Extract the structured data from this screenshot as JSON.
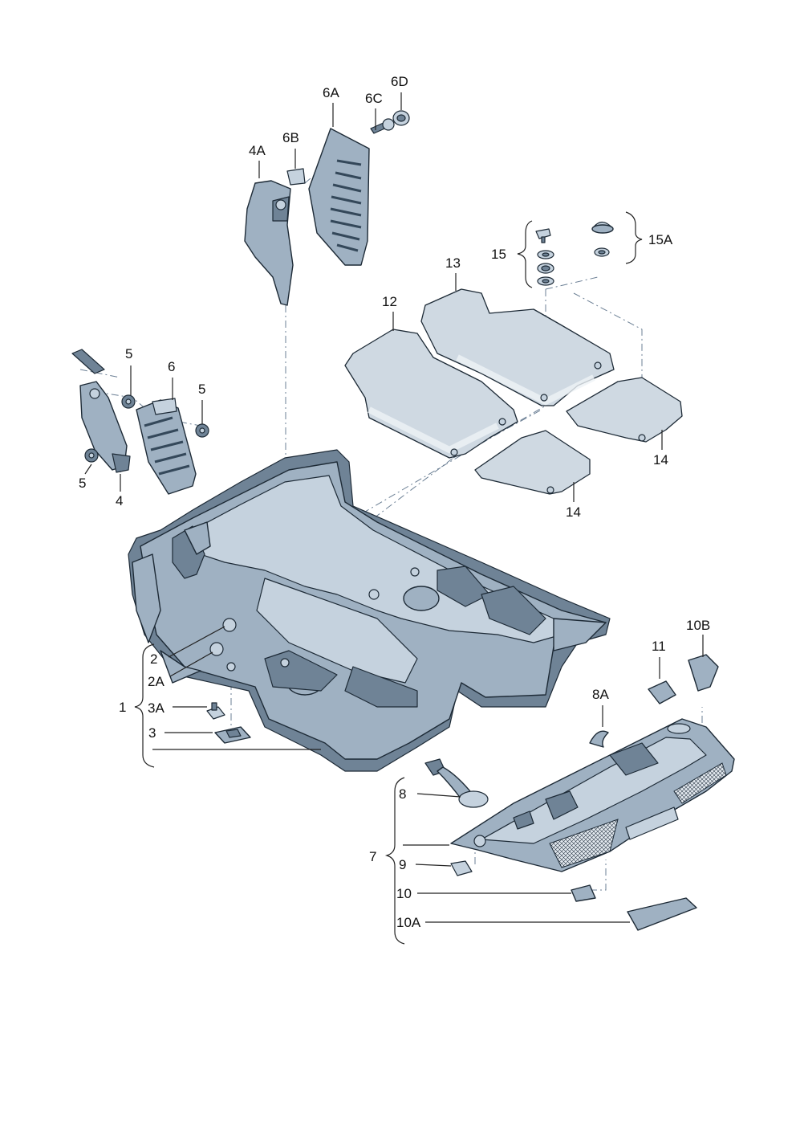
{
  "labels": {
    "l1": "1",
    "l2": "2",
    "l2a": "2A",
    "l3": "3",
    "l3a": "3A",
    "l4": "4",
    "l4a": "4A",
    "l5a": "5",
    "l5b": "5",
    "l5c": "5",
    "l6": "6",
    "l6a": "6A",
    "l6b": "6B",
    "l6c": "6C",
    "l6d": "6D",
    "l7": "7",
    "l8": "8",
    "l8a": "8A",
    "l9": "9",
    "l10": "10",
    "l10a": "10A",
    "l10b": "10B",
    "l11": "11",
    "l12": "12",
    "l13": "13",
    "l14a": "14",
    "l14b": "14",
    "l15": "15",
    "l15a": "15A"
  },
  "colors": {
    "part_fill": "#9fb1c2",
    "part_light": "#c5d2de",
    "part_dark": "#6f8396",
    "outline": "#1d2a36",
    "dash_line": "#6b7f94"
  }
}
